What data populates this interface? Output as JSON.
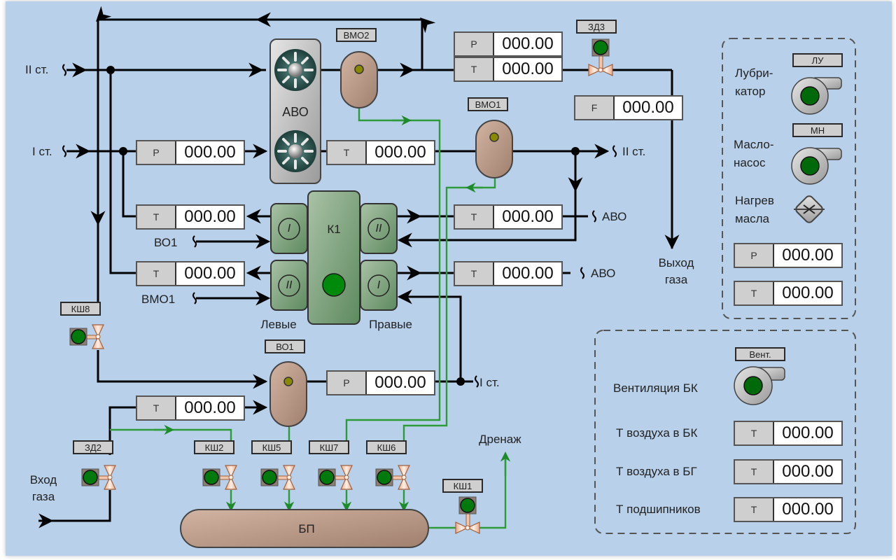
{
  "streams": {
    "stage2_in": "II ст.",
    "stage1_in": "I ст.",
    "stage2_out": "II ст.",
    "stage1_out": "I ст.",
    "avo_right_1": "АВО",
    "avo_right_2": "АВО",
    "vo1_in": "ВО1",
    "vmo1_in": "ВМО1",
    "gas_inlet": "Вход\nгаза",
    "gas_outlet": "Выход\nгаза",
    "drain": "Дренаж"
  },
  "equipment": {
    "avo": "АВО",
    "compressor": "К1",
    "left_cylinders": "Левые",
    "right_cylinders": "Правые",
    "cyl_left_top": "I",
    "cyl_left_bottom": "II",
    "cyl_right_top": "II",
    "cyl_right_bottom": "I",
    "separators": {
      "vmo2": "ВМО2",
      "vmo1": "ВМО1",
      "vo1": "ВО1"
    },
    "tank": "БП"
  },
  "valves": {
    "zd3": "ЗД3",
    "zd2": "ЗД2",
    "ksh8": "КШ8",
    "ksh2": "КШ2",
    "ksh5": "КШ5",
    "ksh7": "КШ7",
    "ksh6": "КШ6",
    "ksh1": "КШ1"
  },
  "meters": {
    "outlet_p": {
      "key": "P",
      "value": "000.00"
    },
    "outlet_t": {
      "key": "T",
      "value": "000.00"
    },
    "outlet_f": {
      "key": "F",
      "value": "000.00"
    },
    "stage1_p": {
      "key": "P",
      "value": "000.00"
    },
    "avo_t": {
      "key": "T",
      "value": "000.00"
    },
    "left_top_t": {
      "key": "T",
      "value": "000.00"
    },
    "left_bottom_t": {
      "key": "T",
      "value": "000.00"
    },
    "right_top_t": {
      "key": "T",
      "value": "000.00"
    },
    "right_bottom_t": {
      "key": "T",
      "value": "000.00"
    },
    "vo1_p": {
      "key": "P",
      "value": "000.00"
    },
    "inlet_t": {
      "key": "T",
      "value": "000.00"
    }
  },
  "oil_panel": {
    "lubricator_label": "Лубри-\nкатор",
    "lubricator_tag": "ЛУ",
    "oil_pump_label": "Масло-\nнасос",
    "oil_pump_tag": "МН",
    "oil_heat_label": "Нагрев\nмасла",
    "p": {
      "key": "P",
      "value": "000.00"
    },
    "t": {
      "key": "T",
      "value": "000.00"
    }
  },
  "vent_panel": {
    "vent_tag": "Вент.",
    "vent_label": "Вентиляция БК",
    "air_bk_label": "Т воздуха в БК",
    "air_bk": {
      "key": "T",
      "value": "000.00"
    },
    "air_bg_label": "Т воздуха в БГ",
    "air_bg": {
      "key": "T",
      "value": "000.00"
    },
    "bearings_label": "Т подшипников",
    "bearings": {
      "key": "T",
      "value": "000.00"
    }
  },
  "colors": {
    "background": "#b8d0ea",
    "gas_line": "#000000",
    "drain_line": "#2e9b3a",
    "status_on": "#007a0c",
    "vessel": "#b59584",
    "compressor": "#6f9a70"
  }
}
